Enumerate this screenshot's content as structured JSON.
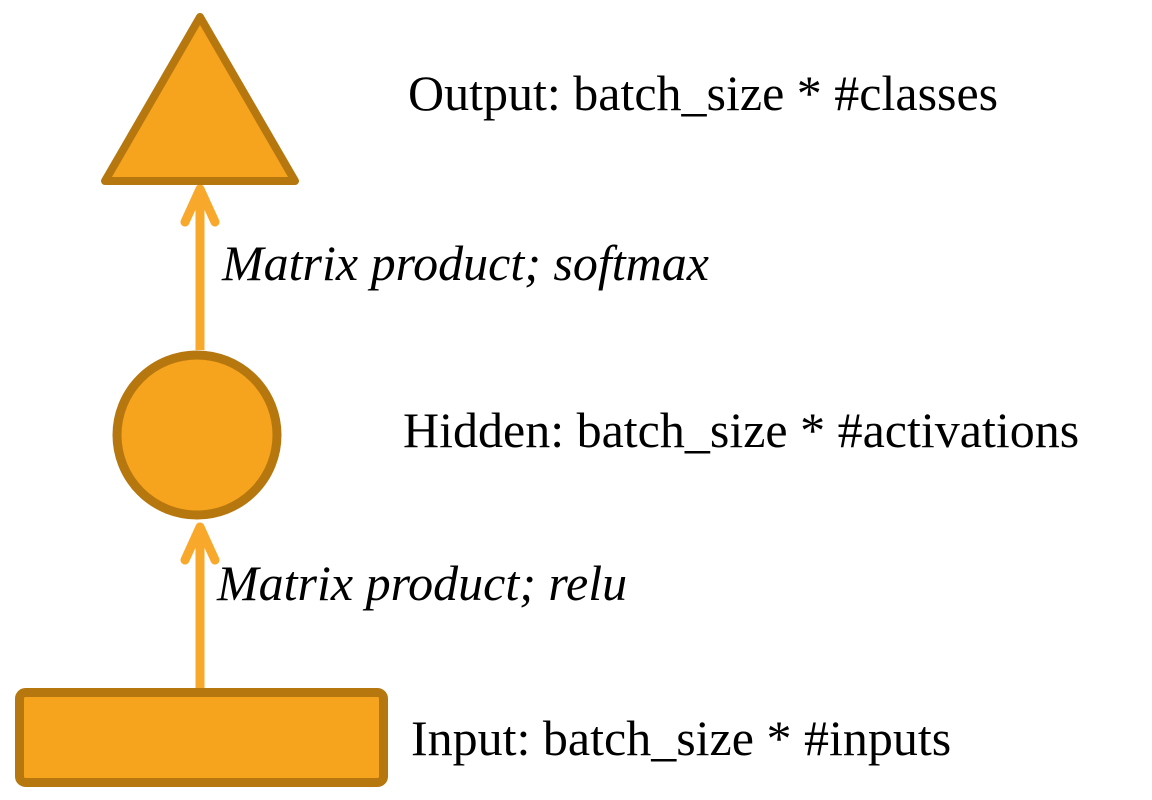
{
  "diagram": {
    "nodes": [
      {
        "id": "output",
        "shape": "triangle",
        "label": "Output: batch_size * #classes"
      },
      {
        "id": "hidden",
        "shape": "circle",
        "label": "Hidden: batch_size * #activations"
      },
      {
        "id": "input",
        "shape": "rectangle",
        "label": "Input: batch_size * #inputs"
      }
    ],
    "edges": [
      {
        "from": "hidden",
        "to": "output",
        "label": "Matrix product; softmax"
      },
      {
        "from": "input",
        "to": "hidden",
        "label": "Matrix product; relu"
      }
    ],
    "colors": {
      "shape_fill": "#F6A31E",
      "shape_stroke": "#B7770F",
      "arrow": "#F8A82B",
      "text": "#000000",
      "background": "#FFFFFF"
    }
  }
}
